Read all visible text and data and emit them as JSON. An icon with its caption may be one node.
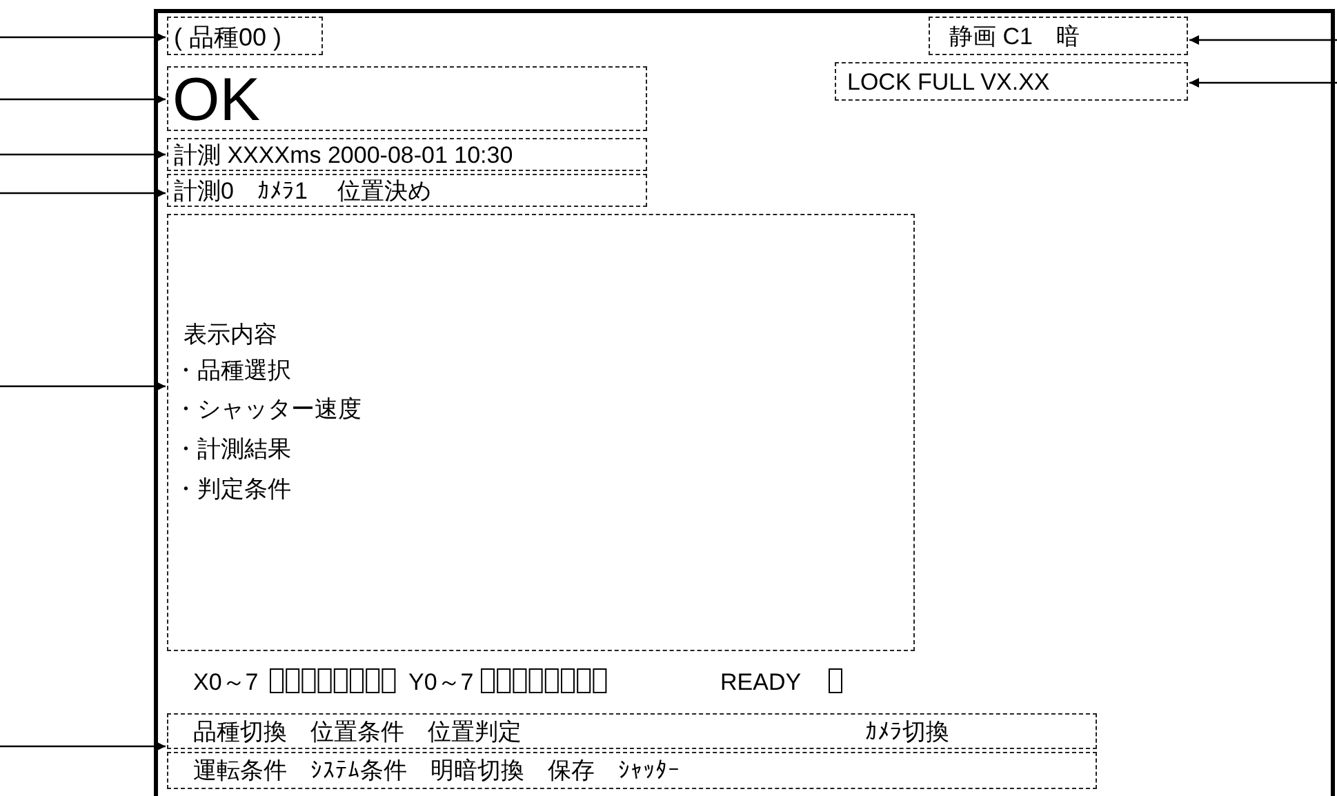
{
  "diagram": {
    "nodes": [
      {
        "text": [
          "( 品種00 )"
        ]
      },
      {
        "text": [
          "OK"
        ]
      },
      {
        "text": [
          "計測 XXXXms 2000-08-01 10:30"
        ]
      },
      {
        "text": [
          "計測0　ｶﾒﾗ1　 位置決め"
        ]
      },
      {
        "text": [
          "表示内容",
          "・品種選択",
          "・シャッター速度",
          "・計測結果",
          "・判定条件"
        ]
      },
      {
        "text": [
          "静画 C1　暗"
        ]
      },
      {
        "text": [
          "LOCK FULL VX.XX"
        ]
      },
      {
        "text": [
          "品種切換　位置条件　位置判定",
          "ｶﾒﾗ切換"
        ]
      },
      {
        "text": [
          "運転条件　ｼｽﾃﾑ条件　明暗切換　保存　ｼｬｯﾀｰ"
        ]
      }
    ],
    "edges": [
      {
        "from": null,
        "to": 0,
        "arrow": "to"
      },
      {
        "from": null,
        "to": 1,
        "arrow": "to"
      },
      {
        "from": null,
        "to": 2,
        "arrow": "to"
      },
      {
        "from": null,
        "to": 3,
        "arrow": "to"
      },
      {
        "from": null,
        "to": 4,
        "arrow": "to"
      },
      {
        "from": null,
        "to": 5,
        "arrow": "to"
      },
      {
        "from": null,
        "to": 6,
        "arrow": "to"
      },
      {
        "from": null,
        "to": 7,
        "arrow": "to"
      }
    ],
    "labels": [
      "X0～7",
      "Y0～7",
      "READY"
    ]
  }
}
